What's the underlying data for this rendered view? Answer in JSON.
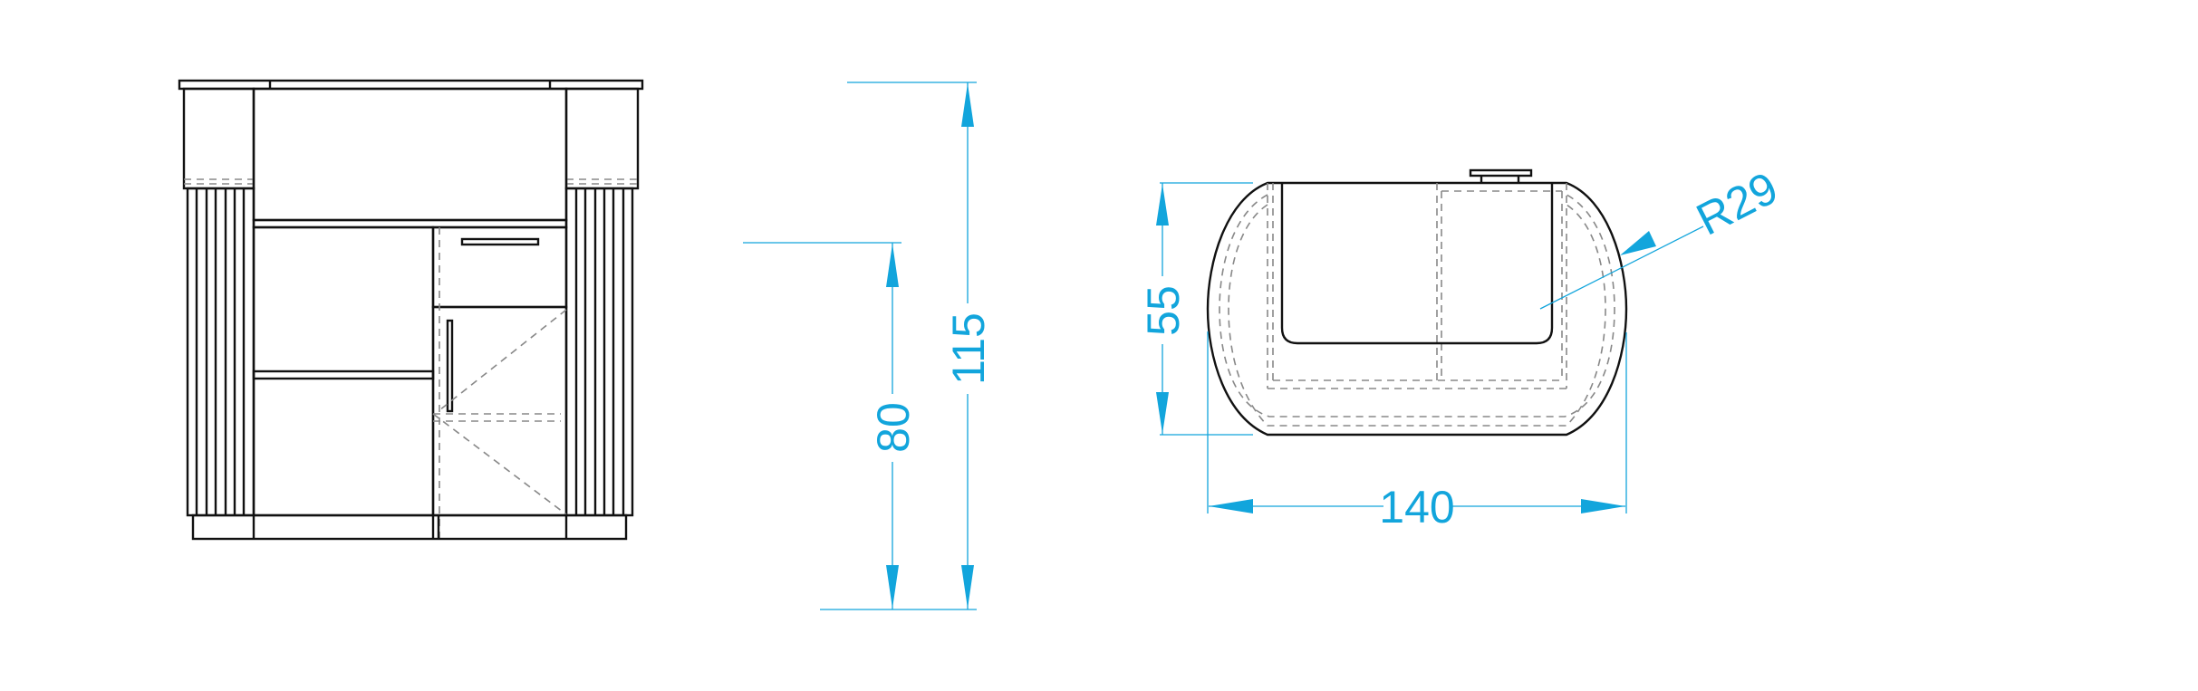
{
  "drawing": {
    "front_view": {
      "height_total_label": "115",
      "height_counter_label": "80"
    },
    "top_view": {
      "depth_label": "55",
      "width_label": "140",
      "radius_label": "R29"
    },
    "colors": {
      "line": "#111111",
      "hidden_line": "#888888",
      "dimension": "#12a5dc"
    }
  }
}
